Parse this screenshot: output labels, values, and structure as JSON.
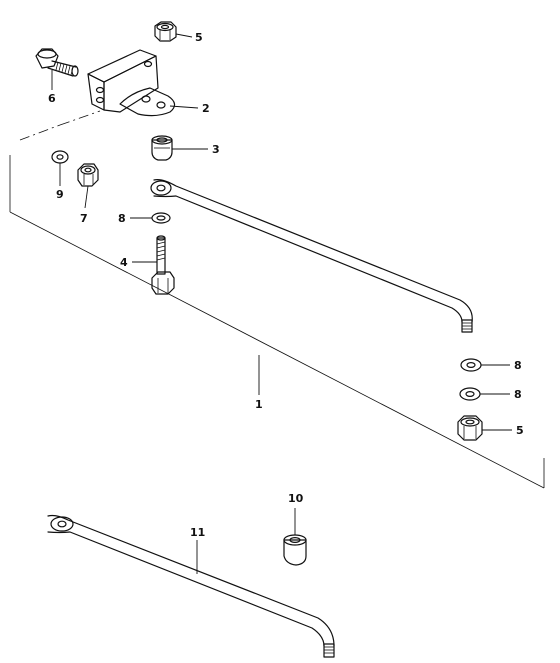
{
  "diagram": {
    "callouts": [
      {
        "id": "c1",
        "label": "1"
      },
      {
        "id": "c2",
        "label": "2"
      },
      {
        "id": "c3",
        "label": "3"
      },
      {
        "id": "c4",
        "label": "4"
      },
      {
        "id": "c5a",
        "label": "5"
      },
      {
        "id": "c5b",
        "label": "5"
      },
      {
        "id": "c6",
        "label": "6"
      },
      {
        "id": "c7",
        "label": "7"
      },
      {
        "id": "c8a",
        "label": "8"
      },
      {
        "id": "c8b",
        "label": "8"
      },
      {
        "id": "c8c",
        "label": "8"
      },
      {
        "id": "c9",
        "label": "9"
      },
      {
        "id": "c10",
        "label": "10"
      },
      {
        "id": "c11",
        "label": "11"
      }
    ]
  }
}
